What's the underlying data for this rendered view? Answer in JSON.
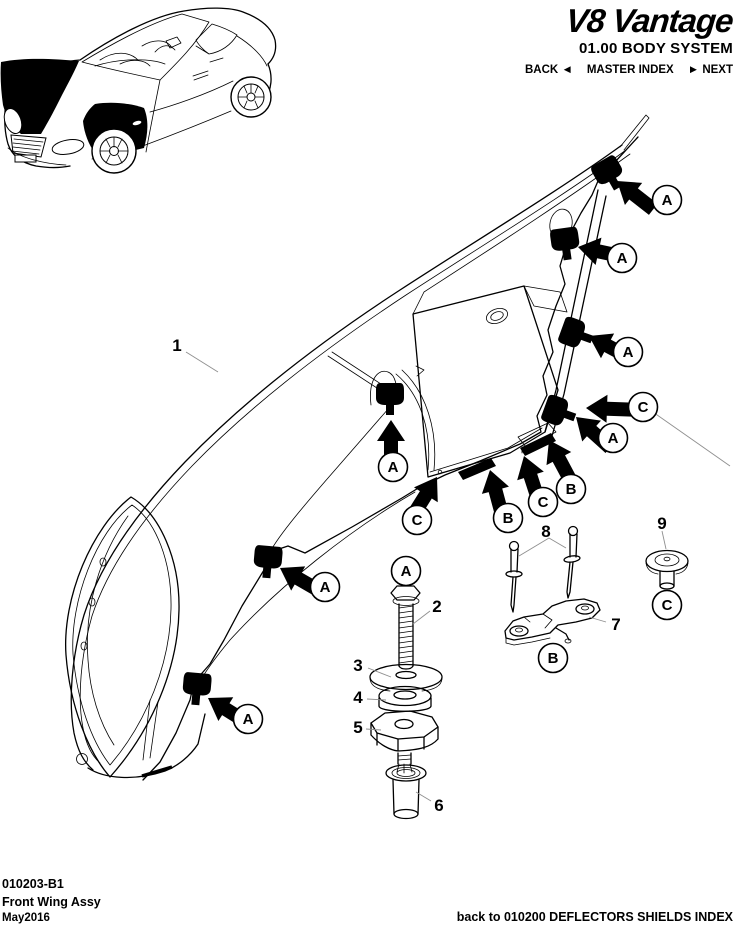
{
  "header": {
    "logo": "V8 Vantage",
    "section": "01.00 BODY SYSTEM",
    "nav": {
      "back_label": "BACK",
      "back_arrow": "◄",
      "master_label": "MASTER INDEX",
      "next_arrow": "►",
      "next_label": "NEXT"
    }
  },
  "footer": {
    "doc_code": "010203-B1",
    "title": "Front Wing Assy",
    "date": "May2016",
    "back_link": "back to 010200 DEFLECTORS SHIELDS INDEX"
  },
  "diagram": {
    "part_labels": [
      "1",
      "2",
      "3",
      "4",
      "5",
      "6",
      "7",
      "8",
      "9"
    ],
    "callouts": [
      "A",
      "A",
      "A",
      "C",
      "A",
      "B",
      "C",
      "B",
      "C",
      "A",
      "A",
      "A",
      "A",
      "B",
      "C"
    ]
  },
  "colors": {
    "ink": "#000000",
    "paper": "#ffffff",
    "leader": "#8f8f8f"
  }
}
